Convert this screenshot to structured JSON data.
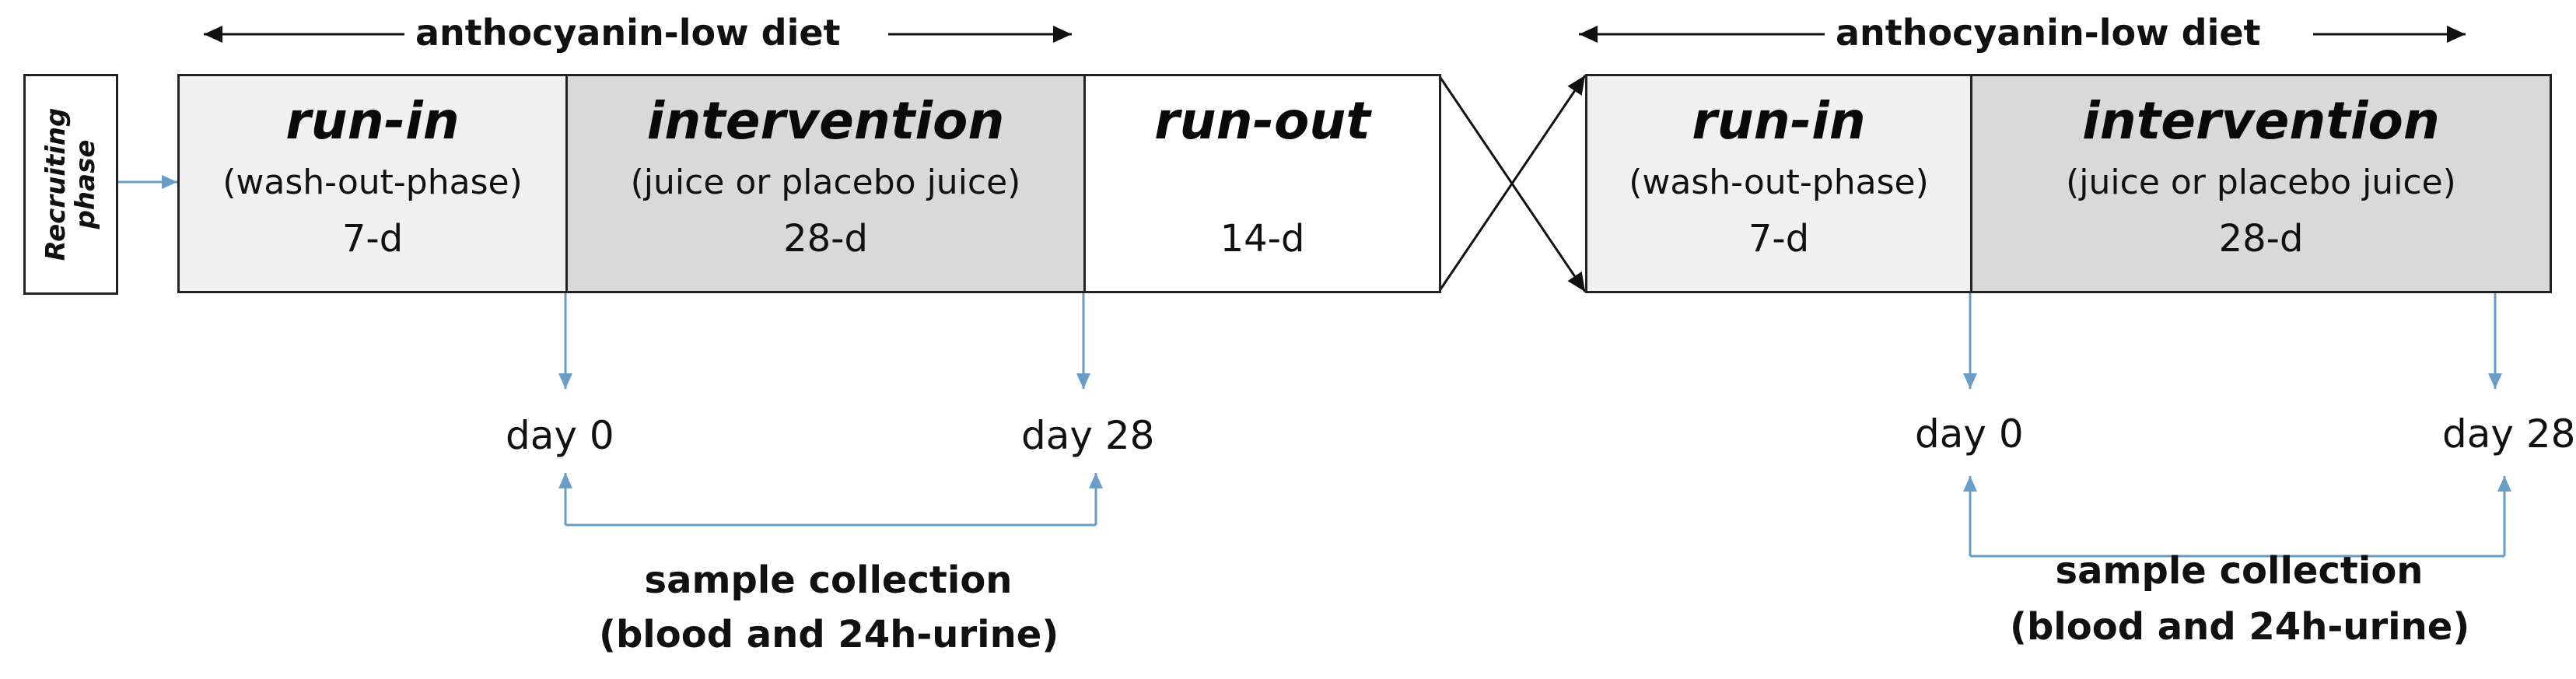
{
  "recruiting": {
    "line1": "Recruiting",
    "line2": "phase"
  },
  "diet_label_1": "anthocyanin-low diet",
  "diet_label_2": "anthocyanin-low diet",
  "block1": {
    "runin": {
      "title": "run-in",
      "subtitle": "(wash-out-phase)",
      "duration": "7-d"
    },
    "intervention": {
      "title": "intervention",
      "subtitle": "(juice or placebo juice)",
      "duration": "28-d"
    },
    "runout": {
      "title": "run-out",
      "duration": "14-d"
    }
  },
  "block2": {
    "runin": {
      "title": "run-in",
      "subtitle": "(wash-out-phase)",
      "duration": "7-d"
    },
    "intervention": {
      "title": "intervention",
      "subtitle": "(juice or placebo juice)",
      "duration": "28-d"
    }
  },
  "timepoints_1": {
    "start": "day 0",
    "end": "day 28"
  },
  "timepoints_2": {
    "start": "day 0",
    "end": "day 28"
  },
  "sample_collection_1": {
    "line1": "sample collection",
    "line2": "(blood and 24h-urine)"
  },
  "sample_collection_2": {
    "line1": "sample collection",
    "line2": "(blood and 24h-urine)"
  },
  "colors": {
    "runin_fill": "#f0f0f0",
    "intervention_fill": "#d9d9d9",
    "runout_fill": "#ffffff",
    "border": "#222222",
    "arrow_blue": "#6a9cc8"
  }
}
